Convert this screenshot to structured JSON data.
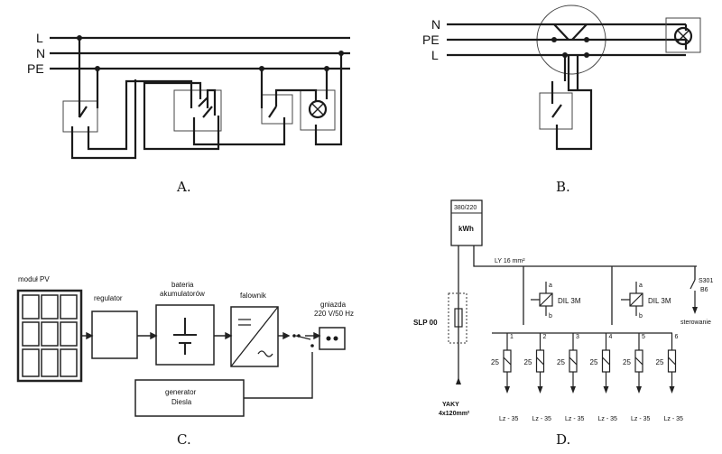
{
  "captions": {
    "a": "A.",
    "b": "B.",
    "c": "C.",
    "d": "D."
  },
  "panel_a": {
    "lines": [
      "L",
      "N",
      "PE"
    ]
  },
  "panel_b": {
    "lines": [
      "N",
      "PE",
      "L"
    ]
  },
  "panel_c": {
    "pv_module": "moduł PV",
    "regulator": "regulator",
    "battery": [
      "bateria",
      "akumulatorów"
    ],
    "inverter": "falownik",
    "socket": [
      "gniazda",
      "220 V/50 Hz"
    ],
    "generator": [
      "generator",
      "Diesla"
    ]
  },
  "panel_d": {
    "meter_rating": "380/220",
    "meter_unit": "kWh",
    "cable": "LY 16 mm²",
    "slp": "SLP 00",
    "feed_cable": [
      "YAKY",
      "4x120mm²"
    ],
    "contactor": "DIL 3M",
    "contact_a": "a",
    "contact_b": "b",
    "breaker": [
      "S301",
      "B6"
    ],
    "control": "sterowanie",
    "fuse_rating": "25",
    "outputs": [
      "1",
      "2",
      "3",
      "4",
      "5",
      "6"
    ],
    "out_cable": "Lz - 35"
  }
}
